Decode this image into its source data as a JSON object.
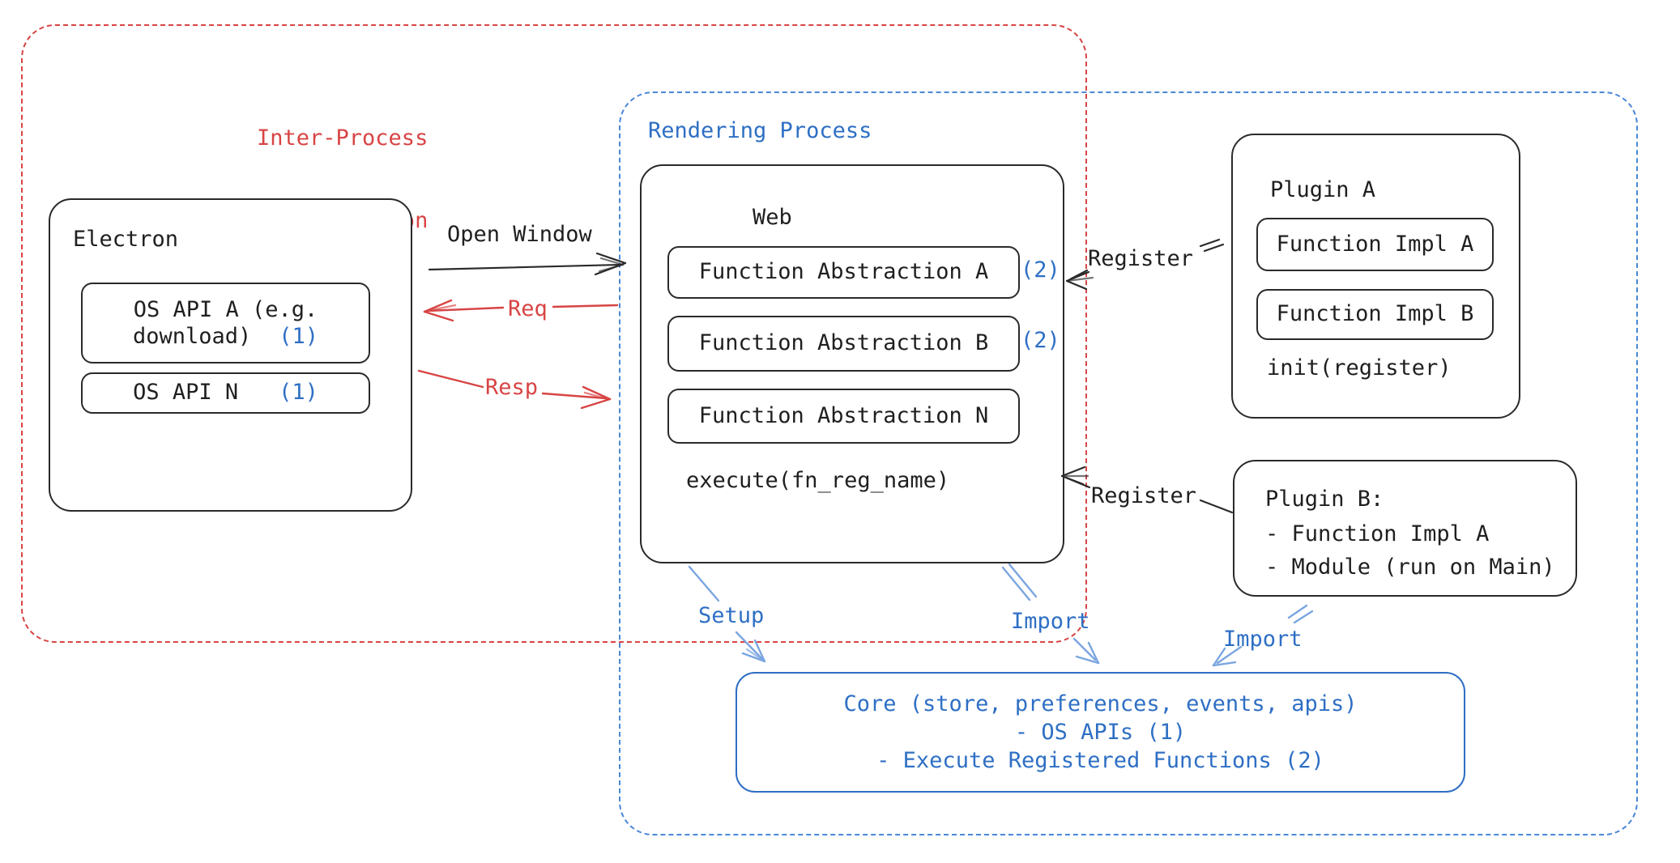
{
  "colors": {
    "red": "#d84444",
    "blue": "#2e6fc4",
    "blue_dash": "#4c86d6",
    "arrow_blue": "#7aa5e0",
    "ink": "#1f1f1f"
  },
  "ipc": {
    "label_line1": "Inter-Process",
    "label_line2": "Communication"
  },
  "rendering": {
    "label": "Rendering Process"
  },
  "electron": {
    "title": "Electron",
    "api_a_line1": "OS API A (e.g.",
    "api_a_line2": "download)",
    "api_a_badge": "(1)",
    "api_n_label": "OS API N",
    "api_n_badge": "(1)"
  },
  "web": {
    "title": "Web",
    "fn_a": "Function Abstraction A",
    "fn_a_badge": "(2)",
    "fn_b": "Function Abstraction B",
    "fn_b_badge": "(2)",
    "fn_n": "Function Abstraction N",
    "execute_label": "execute(fn_reg_name)"
  },
  "plugin_a": {
    "title": "Plugin A",
    "impl_a": "Function Impl A",
    "impl_b": "Function Impl B",
    "init_label": "init(register)"
  },
  "plugin_b": {
    "title": "Plugin B:",
    "item_1": "- Function Impl A",
    "item_2": "- Module (run on Main)"
  },
  "core": {
    "line_1": "Core (store, preferences, events, apis)",
    "line_2": "- OS APIs (1)",
    "line_3": "- Execute Registered Functions (2)"
  },
  "arrows": {
    "open_window": "Open Window",
    "req": "Req",
    "resp": "Resp",
    "register_top": "Register",
    "register_bottom": "Register",
    "setup": "Setup",
    "import_mid": "Import",
    "import_right": "Import"
  }
}
